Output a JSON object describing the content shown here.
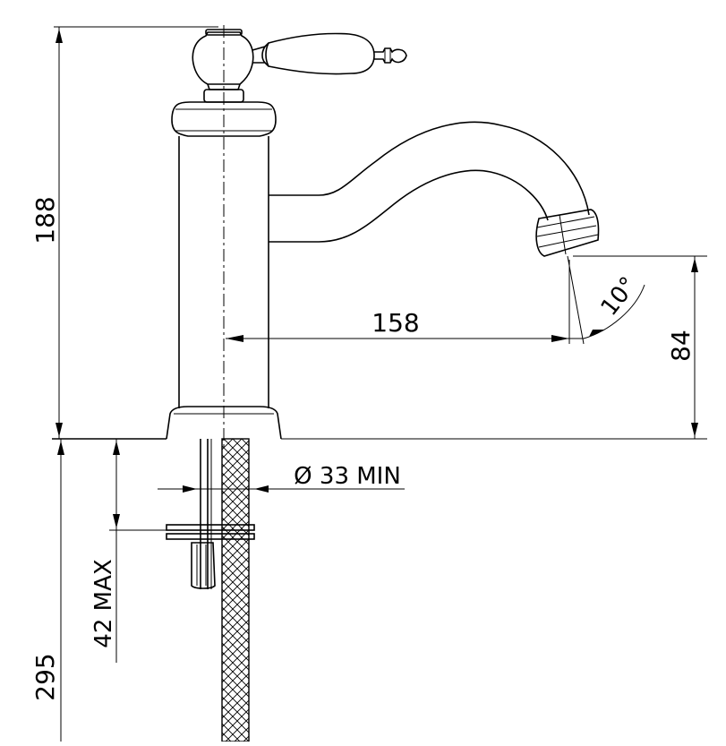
{
  "dimensions": {
    "height_total": "188",
    "spout_reach": "158",
    "spout_height": "84",
    "spout_angle": "10°",
    "hole_diameter": "Ø 33 MIN",
    "deck_thickness": "42 MAX",
    "hose_length": "295"
  },
  "colors": {
    "line": "#000000",
    "background": "#ffffff"
  }
}
